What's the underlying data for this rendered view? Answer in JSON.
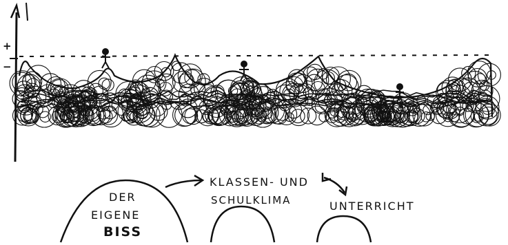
{
  "axis": {
    "plus_label": "+",
    "minus_label": "−"
  },
  "labels": {
    "der": "DER",
    "eigene": "EIGENE",
    "biss": "BISS",
    "klassen_und": "KLASSEN- UND",
    "schulklima": "SCHULKLIMA",
    "unterricht": "UNTERRICHT"
  }
}
